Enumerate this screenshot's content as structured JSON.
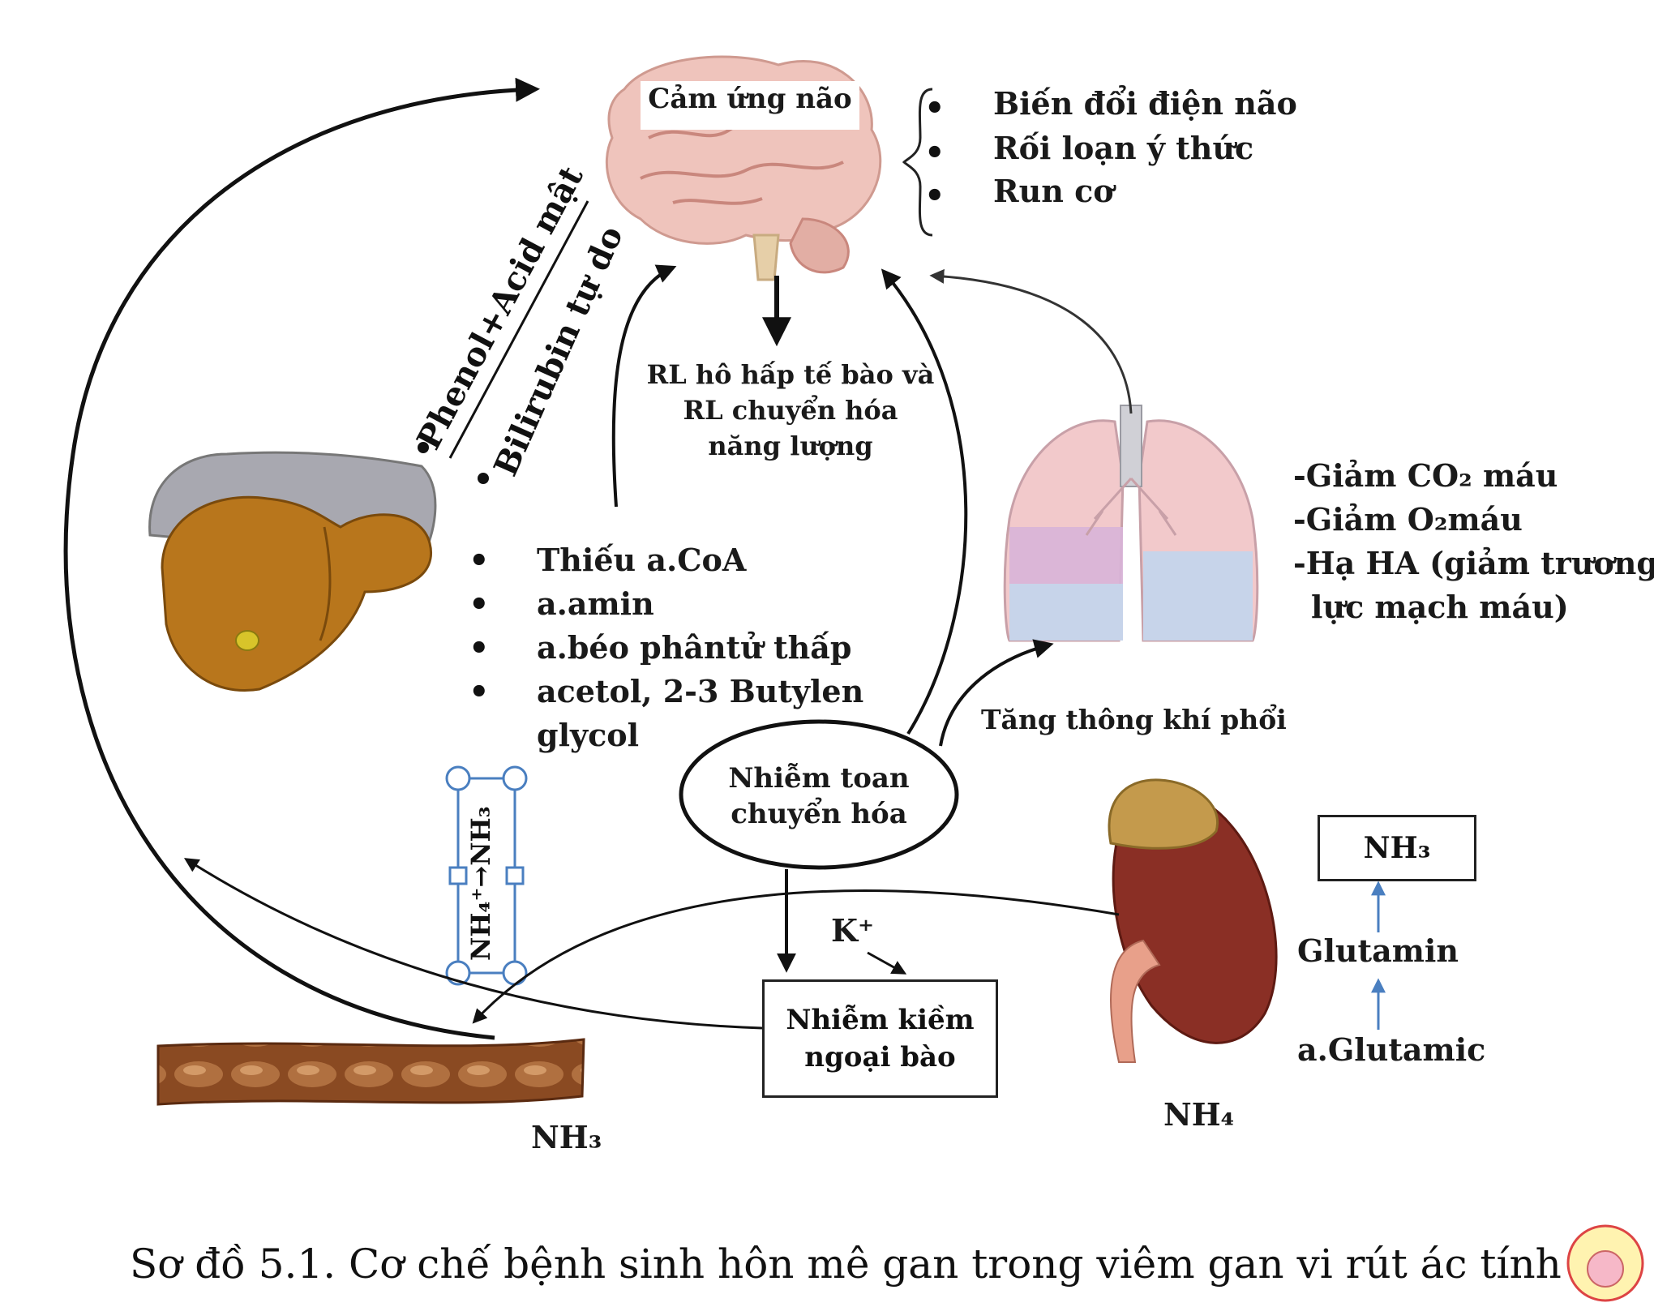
{
  "brain": {
    "label": "Cảm ứng não",
    "effects": [
      "Biến đổi điện não",
      "Rối loạn ý thức",
      "Run cơ"
    ]
  },
  "bile_toxins": {
    "line1": "Phenol+Acid mật",
    "line2": "Bilirubin tự do"
  },
  "cell_resp": [
    "RL hô hấp tế bào và",
    "RL chuyển hóa",
    "năng lượng"
  ],
  "liver_products": [
    "Thiếu a.CoA",
    "a.amin",
    "a.béo phântử thấp",
    "acetol, 2-3 Butylen",
    "glycol"
  ],
  "lung_effects": [
    "-Giảm CO₂ máu",
    "-Giảm O₂máu",
    "-Hạ HA (giảm trương",
    "lực mạch máu)"
  ],
  "hyperventilation": "Tăng thông khí phổi",
  "acidosis": [
    "Nhiễm toan",
    "chuyển hóa"
  ],
  "alkalosis": [
    "Nhiễm kiềm",
    "ngoại bào"
  ],
  "potassium": "K⁺",
  "ammonium_conv": "NH₄⁺→NH₃",
  "kidney_chain": {
    "top": "NH₃",
    "mid": "Glutamin",
    "bottom": "a.Glutamic"
  },
  "muscle_label": "NH₃",
  "kidney_label": "NH₄",
  "caption": "Sơ đồ 5.1. Cơ chế bệnh sinh hôn mê gan trong viêm gan vi rút ác tính",
  "colors": {
    "brain": "#efc4bc",
    "liver": "#b8761c",
    "lung_pink": "#f2c9cb",
    "lung_purple": "#d8b4d8",
    "lung_blue": "#c7d4ea",
    "kidney": "#8a2f25",
    "adrenal": "#c49a4c",
    "muscle": "#7a3a18",
    "arrow_blue": "#4a7fc0"
  }
}
